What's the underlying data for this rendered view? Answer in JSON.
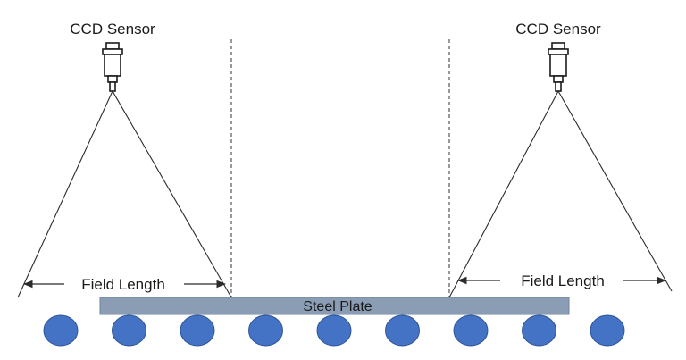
{
  "diagram": {
    "sensors": [
      {
        "label": "CCD Sensor"
      },
      {
        "label": "CCD Sensor"
      }
    ],
    "fields": [
      {
        "label": "Field Length"
      },
      {
        "label": "Field Length"
      }
    ],
    "plate": {
      "label": "Steel Plate"
    },
    "roller_count": 9,
    "colors": {
      "plate": "#8a9db5",
      "plate_edge": "#6f84a0",
      "roller": "#4472c4",
      "roller_edge": "#2f5597",
      "line": "#2b2b2b",
      "dashed": "#555555"
    }
  }
}
